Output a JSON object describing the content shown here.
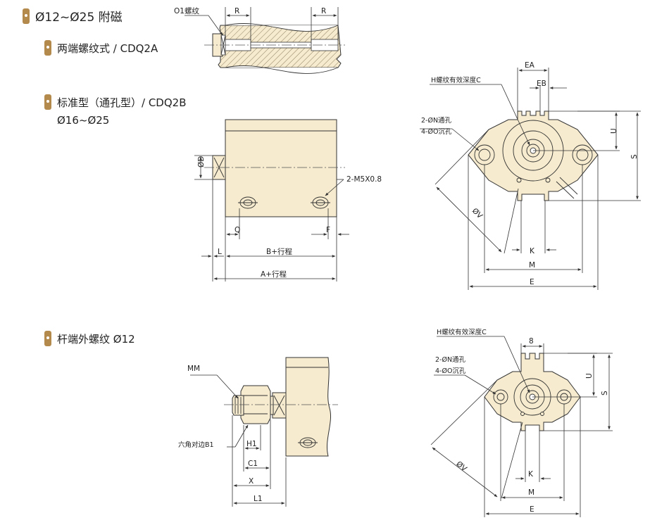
{
  "headings": {
    "main": "Ø12~Ø25 附磁",
    "thread_type": "两端螺纹式 / CDQ2A",
    "standard_type": "标准型（通孔型）/ CDQ2B",
    "standard_range": "Ø16~Ø25",
    "rod_thread": "杆端外螺纹 Ø12"
  },
  "labels": {
    "o1_thread": "O1螺纹",
    "r": "R",
    "od": "ØD",
    "m5": "2-M5X0.8",
    "q": "Q",
    "f": "F",
    "l": "L",
    "b_stroke": "B+行程",
    "a_stroke": "A+行程",
    "h_thread": "H螺纹有效深度C",
    "n_through": "2-ØN通孔",
    "o_counter": "4-ØO沉孔",
    "ea": "EA",
    "eb": "EB",
    "u": "U",
    "s": "S",
    "dv": "ØV",
    "k": "K",
    "m": "M",
    "e": "E",
    "mm": "MM",
    "hex_b1": "六角对边B1",
    "h1": "H1",
    "c1": "C1",
    "x": "X",
    "l1": "L1",
    "eight": "8"
  }
}
